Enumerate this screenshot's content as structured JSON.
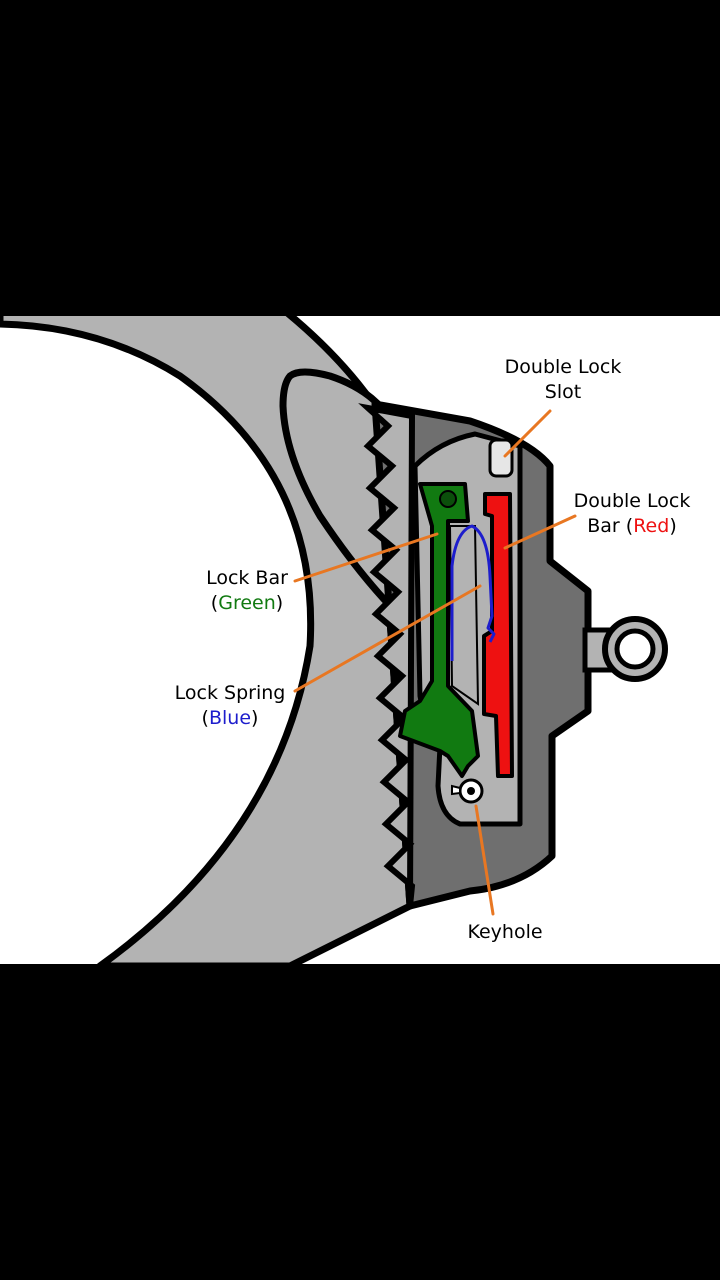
{
  "labels": {
    "double_lock_slot": {
      "line1": "Double Lock",
      "line2": "Slot"
    },
    "double_lock_bar": {
      "line1": "Double Lock",
      "line2_prefix": "Bar (",
      "line2_color_word": "Red",
      "line2_suffix": ")"
    },
    "lock_bar": {
      "line1": "Lock Bar",
      "line2_prefix": "(",
      "line2_color_word": "Green",
      "line2_suffix": ")"
    },
    "lock_spring": {
      "line1": "Lock Spring",
      "line2_prefix": "(",
      "line2_color_word": "Blue",
      "line2_suffix": ")"
    },
    "keyhole": {
      "line1": "Keyhole"
    }
  },
  "colors": {
    "leader": "#e87722",
    "lock_bar": "#117a11",
    "lock_spring": "#1d1dcc",
    "double_lock_bar": "#ee1111",
    "frame": "#b3b3b3",
    "housing": "#6f6f6f",
    "outline": "#000000"
  }
}
